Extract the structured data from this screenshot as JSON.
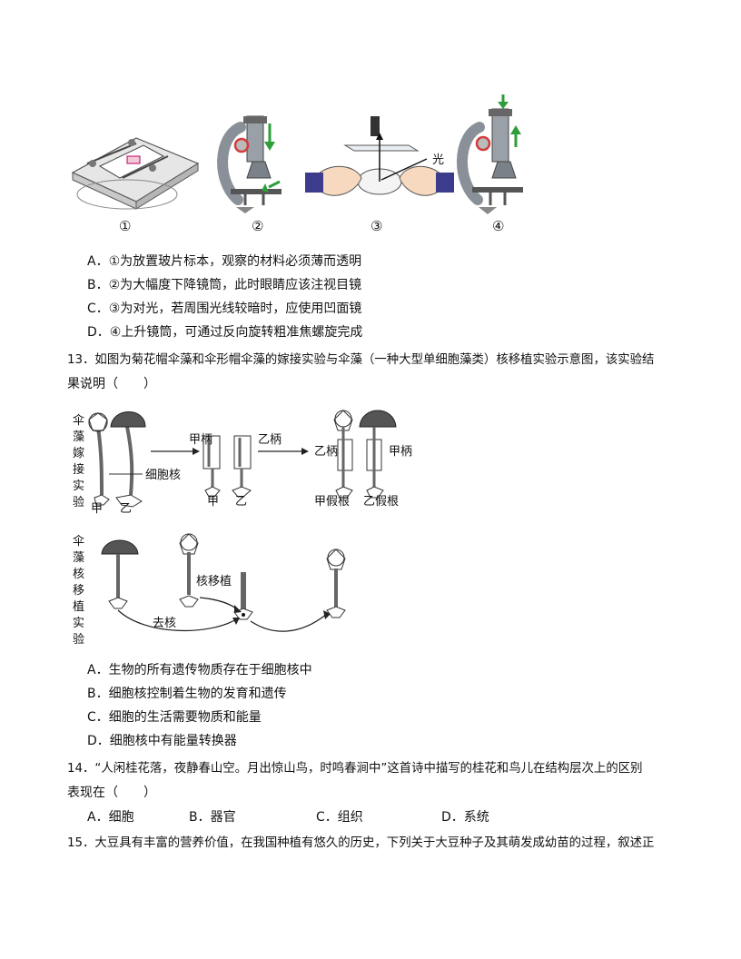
{
  "fig12": {
    "labels": [
      "①",
      "②",
      "③",
      "④"
    ],
    "light_label": "光"
  },
  "q12_options": [
    "A．①为放置玻片标本，观察的材料必须薄而透明",
    "B．②为大幅度下降镜筒，此时眼睛应该注视目镜",
    "C．③为对光，若周围光线较暗时，应使用凹面镜",
    "D．④上升镜筒，可通过反向旋转粗准焦螺旋完成"
  ],
  "q13": {
    "stem_line1": "13．如图为菊花帽伞藻和伞形帽伞藻的嫁接实验与伞藻（一种大型单细胞藻类）核移植实验示意图，该实验结",
    "stem_line2": "果说明（　　）",
    "figure": {
      "graft_vertical": "伞藻嫁接实验",
      "transplant_vertical": "伞藻核移植实验",
      "jia": "甲",
      "yi": "乙",
      "nucleus": "细胞核",
      "jia_stalk": "甲柄",
      "yi_stalk": "乙柄",
      "jia_rhizoid": "甲假根",
      "yi_rhizoid": "乙假根",
      "nuclear_transplant": "核移植",
      "denucleate": "去核"
    },
    "options": [
      "A．生物的所有遗传物质存在于细胞核中",
      "B．细胞核控制着生物的发育和遗传",
      "C．细胞的生活需要物质和能量",
      "D．细胞核中有能量转换器"
    ]
  },
  "q14": {
    "stem_line1": "14．“人闲桂花落，夜静春山空。月出惊山鸟，时鸣春涧中”这首诗中描写的桂花和鸟儿在结构层次上的区别",
    "stem_line2": "表现在（　　）",
    "options": [
      "A．细胞",
      "B．器官",
      "C．组织",
      "D．系统"
    ]
  },
  "q15": {
    "stem_line1": "15．大豆具有丰富的营养价值，在我国种植有悠久的历史，下列关于大豆种子及其萌发成幼苗的过程，叙述正"
  },
  "colors": {
    "arrow_green": "#2e9e3a",
    "knob_red": "#d23b3b",
    "scope_gray": "#8a9098"
  }
}
